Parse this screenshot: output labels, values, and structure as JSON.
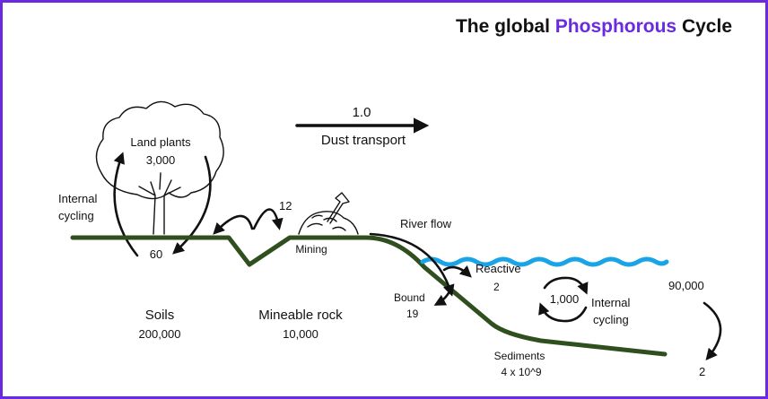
{
  "title": {
    "prefix": "The global ",
    "highlight": "Phosphorous",
    "suffix": " Cycle",
    "highlight_color": "#6a2be0"
  },
  "colors": {
    "frame": "#6a2be0",
    "ground": "#2f4f1f",
    "water": "#1aa3e6"
  },
  "dust": {
    "value": "1.0",
    "label": "Dust transport"
  },
  "land_plants": {
    "label": "Land plants",
    "value": "3,000",
    "icon": "tree-icon"
  },
  "internal_cycling_land": {
    "line1": "Internal",
    "line2": "cycling"
  },
  "litter_flux": {
    "value": "60"
  },
  "mining_flux": {
    "value": "12"
  },
  "mining": {
    "label": "Mining",
    "icon": "rock-pile-with-shovel-icon"
  },
  "river": {
    "label": "River flow"
  },
  "reactive": {
    "label": "Reactive",
    "value": "2"
  },
  "bound": {
    "label": "Bound",
    "value": "19"
  },
  "ocean_cycle": {
    "value": "1,000",
    "line1": "Internal",
    "line2": "cycling"
  },
  "ocean": {
    "value": "90,000"
  },
  "burial": {
    "value": "2"
  },
  "soils": {
    "label": "Soils",
    "value": "200,000"
  },
  "mineable_rock": {
    "label": "Mineable rock",
    "value": "10,000"
  },
  "sediments": {
    "label": "Sediments",
    "value": "4 x 10^9"
  }
}
